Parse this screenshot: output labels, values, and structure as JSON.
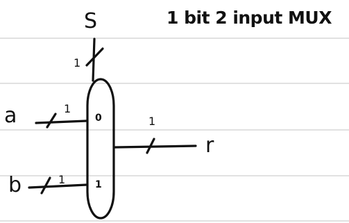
{
  "title": "1 bit 2 input MUX",
  "labels": {
    "select": "S",
    "select_width": "1",
    "input_a": "a",
    "input_a_width": "1",
    "input_b": "b",
    "input_b_width": "1",
    "output": "r",
    "output_width": "1",
    "port_0": "0",
    "port_1": "1"
  },
  "colors": {
    "ink": "#111111",
    "ruled_lines": "#cfcfcf",
    "background": "#ffffff"
  }
}
